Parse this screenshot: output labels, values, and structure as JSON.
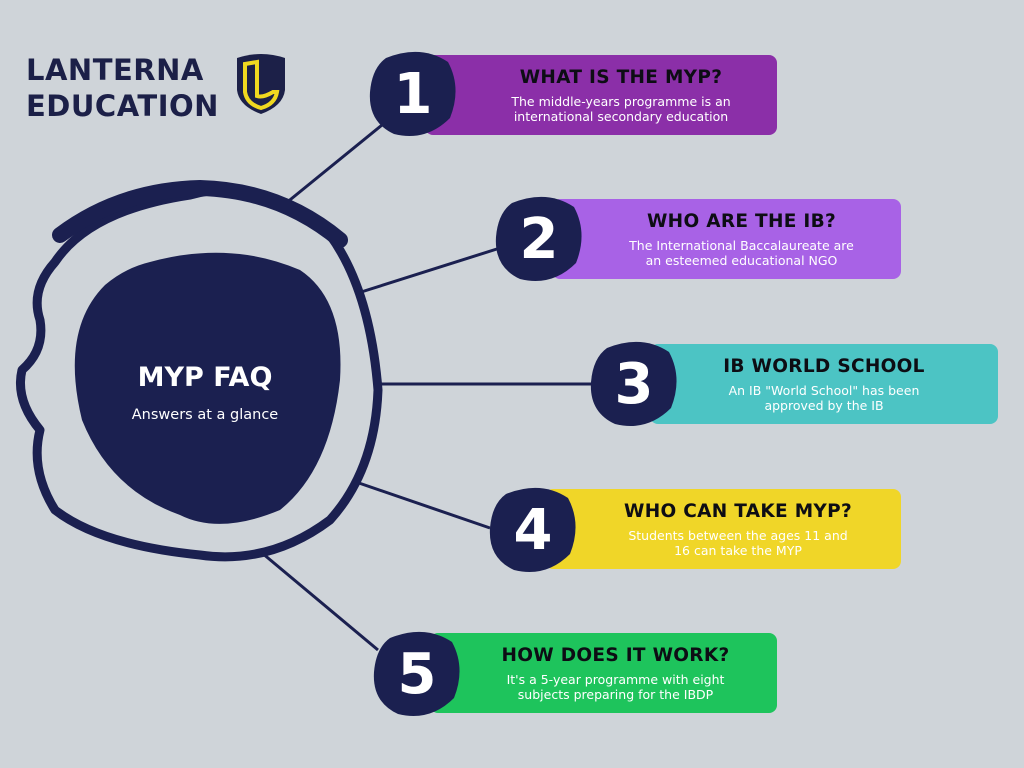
{
  "brand": {
    "line1": "LANTERNA",
    "line2": "EDUCATION",
    "shield_colors": {
      "fill": "#1c2048",
      "accent": "#f0d820"
    }
  },
  "hub": {
    "title": "MYP FAQ",
    "subtitle": "Answers at a glance",
    "color": "#1b2050"
  },
  "items": [
    {
      "number": "1",
      "question": "WHAT IS THE MYP?",
      "answer_line1": "The middle-years programme is an",
      "answer_line2": "international secondary education",
      "color": "#8b2fa8"
    },
    {
      "number": "2",
      "question": "WHO ARE THE IB?",
      "answer_line1": "The International Baccalaureate are",
      "answer_line2": "an esteemed educational NGO",
      "color": "#a862e6"
    },
    {
      "number": "3",
      "question": "IB WORLD SCHOOL",
      "answer_line1": "An IB \"World School\" has been",
      "answer_line2": "approved by the IB",
      "color": "#4cc4c4"
    },
    {
      "number": "4",
      "question": "WHO CAN TAKE MYP?",
      "answer_line1": "Students between the ages 11 and",
      "answer_line2": "16 can take the MYP",
      "color": "#f0d628"
    },
    {
      "number": "5",
      "question": "HOW DOES IT WORK?",
      "answer_line1": "It's a 5-year programme with eight",
      "answer_line2": "subjects preparing for the IBDP",
      "color": "#1ec45c"
    }
  ]
}
